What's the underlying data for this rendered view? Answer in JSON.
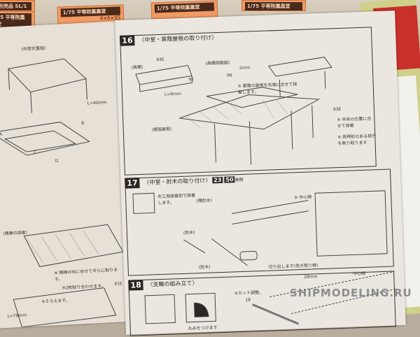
{
  "labels": [
    {
      "title": "1/75 平等院鳳凰堂",
      "row": "4×6×55"
    },
    {
      "title": "1/75 平等院鳳凰堂",
      "row": ""
    },
    {
      "title": "1/75 平等院鳳凰堂",
      "row": ""
    },
    {
      "title": "別売品 SL/1",
      "row": ""
    }
  ],
  "left_page": {
    "captions": [
      "(中堂天蓋組)",
      "A",
      "B",
      "C",
      "D",
      "L=40mm",
      "(隅棟の接着)",
      "※ 隅棟の向に合せて平らに削ります。",
      "※2枚貼り合わせます。",
      "L=78mm",
      "91E",
      "※そろえます。"
    ]
  },
  "steps": [
    {
      "number": "16",
      "title": "〈中堂・裳階屋根の取り付け〉",
      "captions": [
        "(高欄)",
        "93E",
        "(高欄側面図)",
        "92",
        "96",
        "2mm",
        "L=6mm",
        "※ 裳階の屋根を先端に合せて接着します。",
        "(裳階屋根)",
        "93E",
        "※ 中央の位置に合せて接着",
        "※ 長押肘のある部分を削り取ります"
      ]
    },
    {
      "number": "17",
      "title": "〈中堂・肘木の取り付け〉",
      "refs": [
        "23",
        "50"
      ],
      "ref_suffix": "参照",
      "captions": [
        "木工用接着剤で接着します。",
        "(隅肘木)",
        "(肘木)",
        "(肘木)",
        "※ 中心線",
        "切り出します(残き取り線)"
      ]
    },
    {
      "number": "18",
      "title": "〈支輪の組み立て〉",
      "captions": [
        "丸みをつけます",
        "※カット調整。",
        "18",
        "28mm",
        "中心線"
      ]
    }
  ],
  "watermark": "SHIPMODELING.RU"
}
